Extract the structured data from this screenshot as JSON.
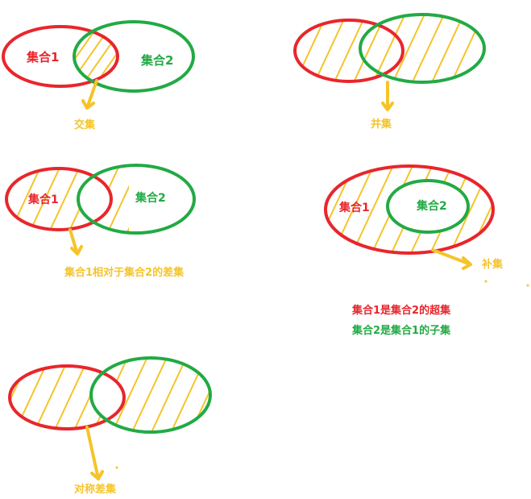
{
  "panels": {
    "intersection": {
      "set1": "集合1",
      "set2": "集合2",
      "caption": "交集"
    },
    "union": {
      "caption": "并集"
    },
    "difference": {
      "set1": "集合1",
      "set2": "集合2",
      "caption": "集合1相对于集合2的差集"
    },
    "complement": {
      "set1": "集合1",
      "set2": "集合2",
      "caption": "补集",
      "note_superset": "集合1是集合2的超集",
      "note_subset": "集合2是集合1的子集"
    },
    "symmetric_difference": {
      "caption": "对称差集"
    }
  },
  "colors": {
    "set1": "#e8262c",
    "set2": "#22aa44",
    "highlight": "#f5c42a"
  }
}
